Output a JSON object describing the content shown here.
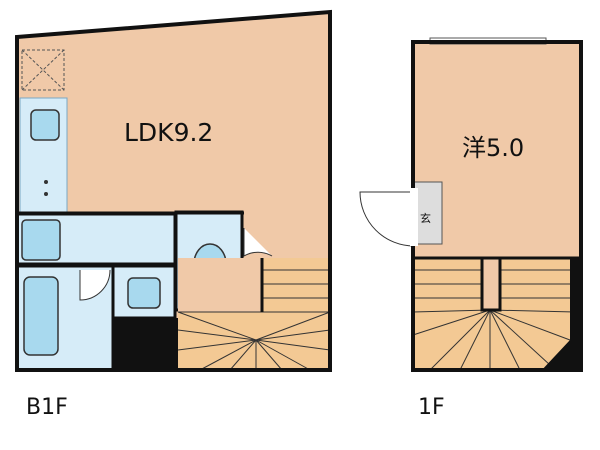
{
  "floors": {
    "b1": {
      "name": "B1F",
      "room_label": "LDK9.2"
    },
    "f1": {
      "name": "1F",
      "room_label": "洋5.0",
      "entrance_label": "玄"
    }
  },
  "colors": {
    "floor_fill": "#f0c9a8",
    "wet_area_fill": "#d6ecf8",
    "fixture_fill": "#a8d9ee",
    "wall": "#111111",
    "stair_line": "#333333"
  }
}
